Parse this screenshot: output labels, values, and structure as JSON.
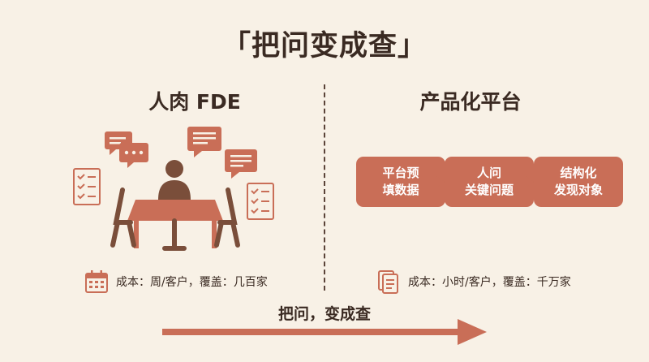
{
  "title": "「把问变成查」",
  "left": {
    "heading": "人肉 FDE",
    "cost_label": "成本：周/客户，覆盖：几百家"
  },
  "right": {
    "heading": "产品化平台",
    "steps": [
      {
        "line1": "平台预",
        "line2": "填数据"
      },
      {
        "line1": "人问",
        "line2": "关键问题"
      },
      {
        "line1": "结构化",
        "line2": "发现对象"
      }
    ],
    "cost_label": "成本：小时/客户，覆盖：千万家"
  },
  "bottom": {
    "label": "把问，变成查"
  },
  "colors": {
    "accent": "#c96e57",
    "furniture": "#7a4e3a",
    "person": "#8a5a44",
    "text": "#3a2a22",
    "background": "#f8f1e6"
  }
}
